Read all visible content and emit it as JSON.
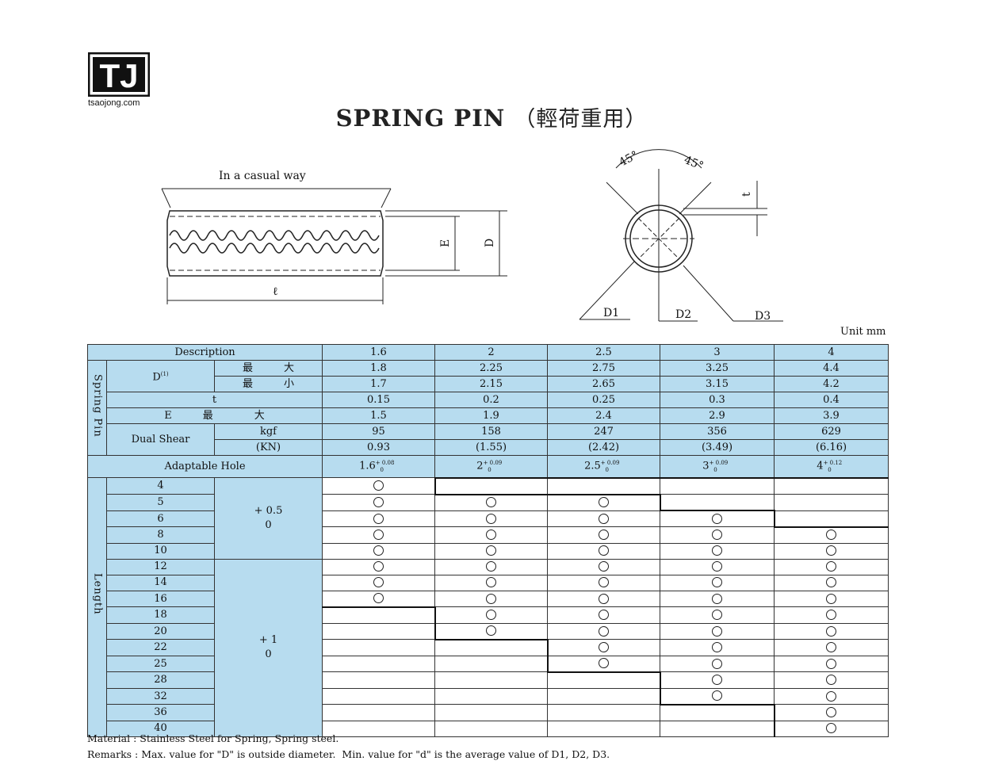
{
  "logo": {
    "text": "TJ",
    "url": "tsaojong.com"
  },
  "title": {
    "main": "SPRING PIN",
    "cn": "（輕荷重用）"
  },
  "diagram": {
    "casual_label": "In a casual way",
    "e_label": "E",
    "d_label": "D",
    "l_label": "ℓ",
    "angle1": "45°",
    "angle2": "45°",
    "t_label": "t",
    "d1": "D1",
    "d2": "D2",
    "d3": "D3"
  },
  "unit": "Unit mm",
  "table": {
    "description_label": "Description",
    "sizes": [
      "1.6",
      "2",
      "2.5",
      "3",
      "4"
    ],
    "spring_pin_label": "Spring Pin",
    "d_label": "D",
    "d_sup": "(1)",
    "max_label": "最　　　大",
    "min_label": "最　　　小",
    "d_max": [
      "1.8",
      "2.25",
      "2.75",
      "3.25",
      "4.4"
    ],
    "d_min": [
      "1.7",
      "2.15",
      "2.65",
      "3.15",
      "4.2"
    ],
    "t_label": "t",
    "t_values": [
      "0.15",
      "0.2",
      "0.25",
      "0.3",
      "0.4"
    ],
    "e_label": "E　　　最　　　　大",
    "e_values": [
      "1.5",
      "1.9",
      "2.4",
      "2.9",
      "3.9"
    ],
    "dual_shear_label": "Dual Shear",
    "kgf_label": "kgf",
    "kn_label": "(KN)",
    "kgf_values": [
      "95",
      "158",
      "247",
      "356",
      "629"
    ],
    "kn_values": [
      "0.93",
      "(1.55)",
      "(2.42)",
      "(3.49)",
      "(6.16)"
    ],
    "hole_label": "Adaptable Hole",
    "holes": [
      {
        "base": "1.6",
        "up": "+ 0.08",
        "low": "0"
      },
      {
        "base": "2",
        "up": "+ 0.09",
        "low": "0"
      },
      {
        "base": "2.5",
        "up": "+ 0.09",
        "low": "0"
      },
      {
        "base": "3",
        "up": "+ 0.09",
        "low": "0"
      },
      {
        "base": "4",
        "up": "+ 0.12",
        "low": "0"
      }
    ],
    "length_label": "Length",
    "tol1_a": "+ 0.5",
    "tol1_b": "0",
    "tol2_a": "+ 1",
    "tol2_b": "0",
    "lengths": [
      {
        "len": "4",
        "avail": [
          1,
          0,
          0,
          0,
          0
        ]
      },
      {
        "len": "5",
        "avail": [
          1,
          1,
          1,
          0,
          0
        ]
      },
      {
        "len": "6",
        "avail": [
          1,
          1,
          1,
          1,
          0
        ]
      },
      {
        "len": "8",
        "avail": [
          1,
          1,
          1,
          1,
          1
        ]
      },
      {
        "len": "10",
        "avail": [
          1,
          1,
          1,
          1,
          1
        ]
      },
      {
        "len": "12",
        "avail": [
          1,
          1,
          1,
          1,
          1
        ]
      },
      {
        "len": "14",
        "avail": [
          1,
          1,
          1,
          1,
          1
        ]
      },
      {
        "len": "16",
        "avail": [
          1,
          1,
          1,
          1,
          1
        ]
      },
      {
        "len": "18",
        "avail": [
          0,
          1,
          1,
          1,
          1
        ]
      },
      {
        "len": "20",
        "avail": [
          0,
          1,
          1,
          1,
          1
        ]
      },
      {
        "len": "22",
        "avail": [
          0,
          0,
          1,
          1,
          1
        ]
      },
      {
        "len": "25",
        "avail": [
          0,
          0,
          1,
          1,
          1
        ]
      },
      {
        "len": "28",
        "avail": [
          0,
          0,
          0,
          1,
          1
        ]
      },
      {
        "len": "32",
        "avail": [
          0,
          0,
          0,
          1,
          1
        ]
      },
      {
        "len": "36",
        "avail": [
          0,
          0,
          0,
          0,
          1
        ]
      },
      {
        "len": "40",
        "avail": [
          0,
          0,
          0,
          0,
          1
        ]
      }
    ]
  },
  "notes": {
    "material": "Material : Stainless Steel for Spring, Spring steel.",
    "remarks": "Remarks : Max. value for \"D\" is outside diameter.  Min. value for \"d\" is the average value of D1, D2, D3."
  }
}
